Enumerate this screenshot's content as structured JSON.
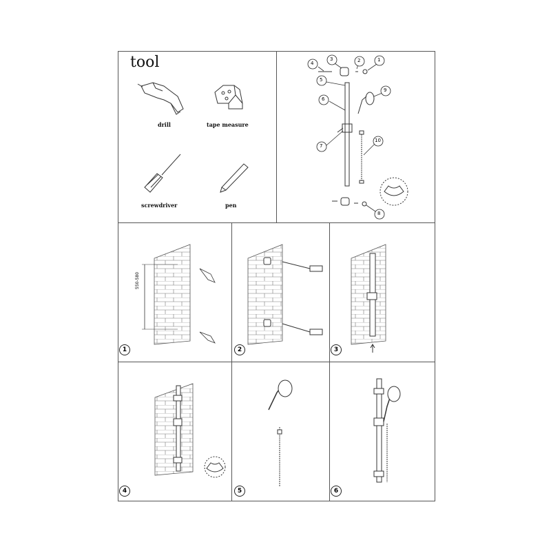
{
  "tools": {
    "title": "tool",
    "items": [
      {
        "label": "drill",
        "icon": "drill-icon"
      },
      {
        "label": "tape measure",
        "icon": "tape-measure-icon"
      },
      {
        "label": "screwdriver",
        "icon": "screwdriver-icon"
      },
      {
        "label": "pen",
        "icon": "pen-icon"
      }
    ]
  },
  "parts": {
    "callouts": [
      "1",
      "2",
      "3",
      "4",
      "5",
      "6",
      "7",
      "8",
      "9",
      "10"
    ]
  },
  "dimension": "550-580",
  "steps": [
    "1",
    "2",
    "3",
    "4",
    "5",
    "6"
  ]
}
